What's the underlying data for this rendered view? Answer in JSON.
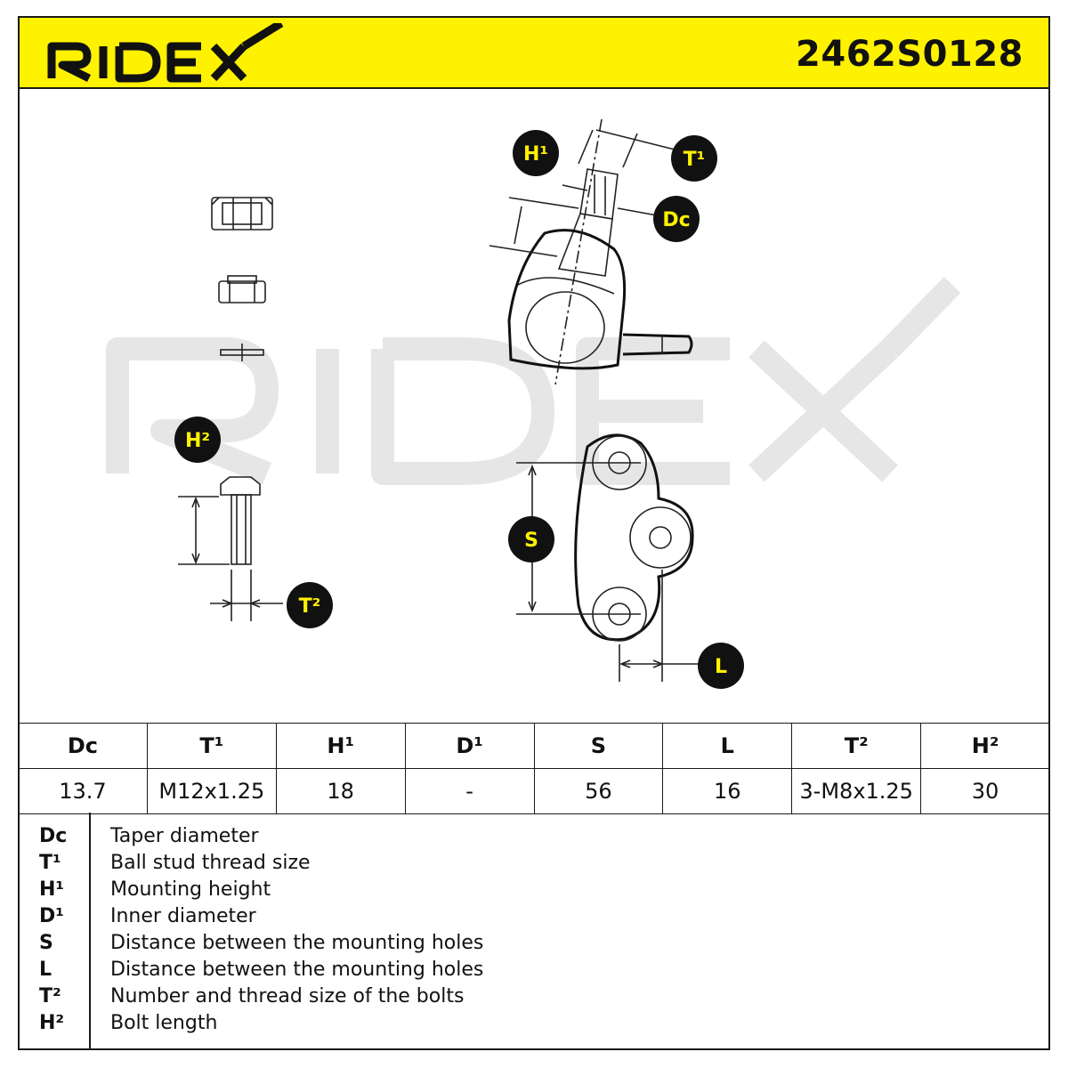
{
  "header": {
    "brand": "RIDEX",
    "part_number": "2462S0128"
  },
  "callouts": {
    "h1": "H¹",
    "t1": "T¹",
    "dc": "Dc",
    "h2": "H²",
    "t2": "T²",
    "s": "S",
    "l": "L"
  },
  "colors": {
    "accent": "#fff200",
    "ink": "#111111",
    "watermark": "#e6e6e6"
  },
  "table": {
    "headers": [
      "Dc",
      "T¹",
      "H¹",
      "D¹",
      "S",
      "L",
      "T²",
      "H²"
    ],
    "values": [
      "13.7",
      "M12x1.25",
      "18",
      "-",
      "56",
      "16",
      "3-M8x1.25",
      "30"
    ]
  },
  "legend": [
    {
      "abbr": "Dc",
      "desc": "Taper diameter"
    },
    {
      "abbr": "T¹",
      "desc": "Ball stud thread size"
    },
    {
      "abbr": "H¹",
      "desc": "Mounting height"
    },
    {
      "abbr": "D¹",
      "desc": "Inner diameter"
    },
    {
      "abbr": "S",
      "desc": "Distance between the mounting holes"
    },
    {
      "abbr": "L",
      "desc": "Distance between the mounting holes"
    },
    {
      "abbr": "T²",
      "desc": "Number and thread size of the bolts"
    },
    {
      "abbr": "H²",
      "desc": "Bolt length"
    }
  ]
}
